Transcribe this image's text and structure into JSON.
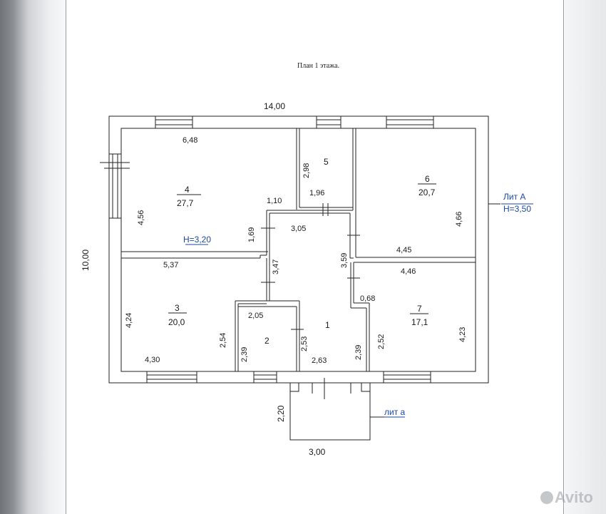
{
  "title": "План 1 этажа.",
  "overall": {
    "width": "14,00",
    "height": "10,00"
  },
  "lit_main": {
    "label": "Лит А",
    "height": "Н=3,50"
  },
  "lit_porch": {
    "label": "лит а",
    "width": "3,00",
    "depth": "2,20"
  },
  "room_height_note": "Н=3,20",
  "rooms": [
    {
      "num": "1",
      "area": ""
    },
    {
      "num": "2",
      "area": ""
    },
    {
      "num": "3",
      "area": "20,0"
    },
    {
      "num": "4",
      "area": "27,7"
    },
    {
      "num": "5",
      "area": ""
    },
    {
      "num": "6",
      "area": "20,7"
    },
    {
      "num": "7",
      "area": "17,1"
    }
  ],
  "dims": {
    "r4_w": "6,48",
    "r4_h": "4,56",
    "r5_h": "2,98",
    "r5_w": "1,96",
    "r6_h": "4,66",
    "r6_w": "4,45",
    "r1_top": "3,05",
    "c_110": "1,10",
    "c_169": "1,69",
    "c_347": "3,47",
    "c_359": "3,59",
    "r3_w": "5,37",
    "r3_h": "4,24",
    "r3_b": "4,30",
    "c_254": "2,54",
    "r7_w": "4,46",
    "r7_h": "4,23",
    "c_068": "0,68",
    "c_252": "2,52",
    "r2_w": "2,05",
    "r2_h": "2,39",
    "c_253": "2,53",
    "c_263": "2,63",
    "c_239": "2,39"
  },
  "watermark": "Avito"
}
